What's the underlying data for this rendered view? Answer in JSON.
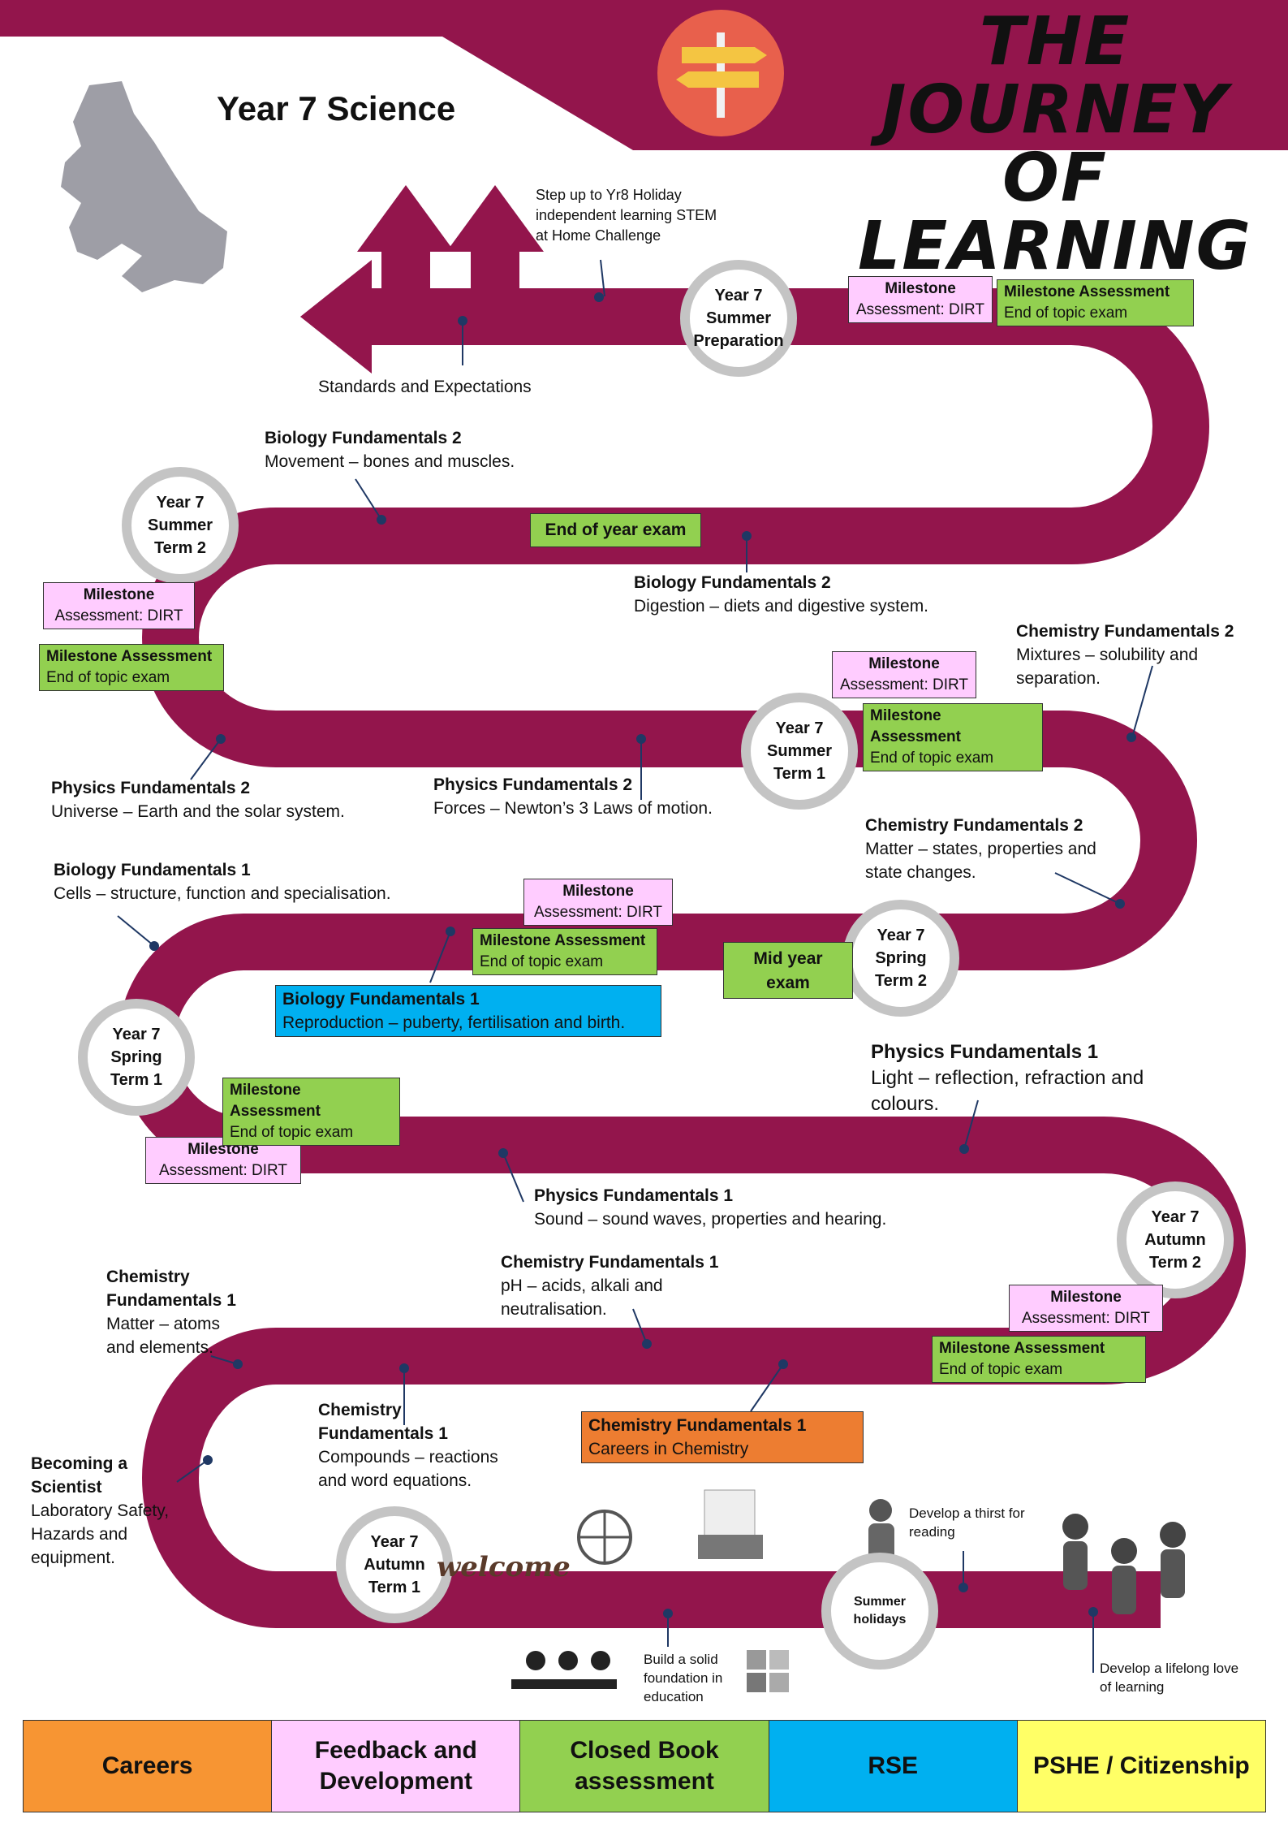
{
  "header": {
    "title_line1": "THE JOURNEY",
    "title_line2": "OF LEARNING",
    "subject": "Year 7 Science",
    "color_banner": "#93154c"
  },
  "terms": {
    "summer_prep": "Year 7\nSummer\nPreparation",
    "summer2": "Year 7\nSummer\nTerm 2",
    "summer1": "Year 7\nSummer\nTerm 1",
    "spring2": "Year 7\nSpring\nTerm 2",
    "spring1": "Year 7\nSpring\nTerm 1",
    "autumn2": "Year 7\nAutumn\nTerm 2",
    "autumn1": "Year 7\nAutumn\nTerm 1",
    "summer_holidays": "Summer\nholidays"
  },
  "labels": {
    "step_up": "Step up to Yr8 Holiday independent learning STEM at Home Challenge",
    "standards": "Standards and Expectations",
    "bio2_move_title": "Biology Fundamentals 2",
    "bio2_move_text": "Movement – bones and muscles.",
    "bio2_dig_title": "Biology Fundamentals 2",
    "bio2_dig_text": "Digestion – diets and digestive system.",
    "chem2_mix_title": "Chemistry Fundamentals 2",
    "chem2_mix_text": "Mixtures – solubility and separation.",
    "phys2_uni_title": "Physics Fundamentals 2",
    "phys2_uni_text": "Universe – Earth and the solar system.",
    "phys2_forces_title": "Physics Fundamentals 2",
    "phys2_forces_text": "Forces – Newton’s 3 Laws of motion.",
    "chem2_matter_title": "Chemistry Fundamentals 2",
    "chem2_matter_text": "Matter – states, properties and state changes.",
    "bio1_cells_title": "Biology Fundamentals 1",
    "bio1_cells_text": "Cells – structure, function and specialisation.",
    "bio1_repro_title": "Biology Fundamentals 1",
    "bio1_repro_text": "Reproduction – puberty, fertilisation and birth.",
    "phys1_light_title": "Physics Fundamentals 1",
    "phys1_light_text": "Light – reflection, refraction and colours.",
    "phys1_sound_title": "Physics Fundamentals 1",
    "phys1_sound_text": "Sound – sound waves, properties and hearing.",
    "chem1_ph_title": "Chemistry Fundamentals 1",
    "chem1_ph_text": "pH – acids, alkali and neutralisation.",
    "chem1_matter_title": "Chemistry Fundamentals 1",
    "chem1_matter_text": "Matter – atoms and elements.",
    "chem1_comp_title": "Chemistry Fundamentals 1",
    "chem1_comp_text": "Compounds – reactions and word equations.",
    "chem1_careers_title": "Chemistry Fundamentals 1",
    "chem1_careers_text": "Careers in Chemistry",
    "scientist_title": "Becoming a Scientist",
    "scientist_text": "Laboratory Safety, Hazards and equipment.",
    "thirst": "Develop a thirst for reading",
    "foundation": "Build a solid foundation in education",
    "lifelong": "Develop a lifelong love of learning",
    "welcome": "welcome"
  },
  "boxes": {
    "ma_dirt_title": "Milestone",
    "ma_dirt_text": "Assessment: DIRT",
    "ma_exam_title": "Milestone Assessment",
    "ma_exam_text": "End of topic exam",
    "end_year_exam": "End of year exam",
    "mid_year_exam": "Mid year exam"
  },
  "legend": [
    {
      "label": "Careers",
      "color": "#f79533"
    },
    {
      "label": "Feedback and Development",
      "color": "#ffccff"
    },
    {
      "label": "Closed Book assessment",
      "color": "#92d050"
    },
    {
      "label": "RSE",
      "color": "#00b0f0"
    },
    {
      "label": "PSHE / Citizenship",
      "color": "#ffff66"
    }
  ]
}
